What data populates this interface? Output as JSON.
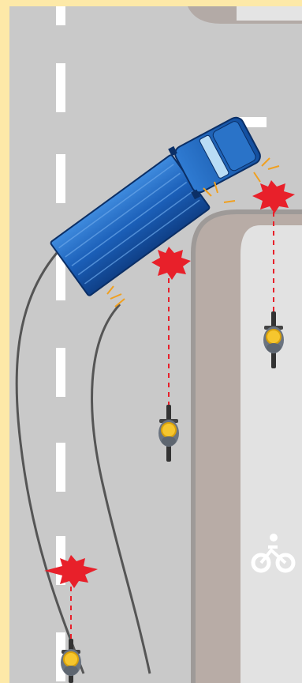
{
  "scene": {
    "elements": [
      {
        "name": "road-surface",
        "kind": "road"
      },
      {
        "name": "sidewalk",
        "kind": "curb"
      },
      {
        "name": "bike-lane",
        "kind": "lane"
      },
      {
        "name": "center-dashed-line",
        "kind": "marking"
      },
      {
        "name": "truck",
        "kind": "vehicle",
        "color": "#1f62b8"
      },
      {
        "name": "truck-wheel-path-left",
        "kind": "trajectory"
      },
      {
        "name": "truck-wheel-path-right",
        "kind": "trajectory"
      },
      {
        "name": "cyclist",
        "kind": "person",
        "count": 3
      },
      {
        "name": "collision-burst",
        "kind": "impact",
        "count": 3
      },
      {
        "name": "bike-lane-icon",
        "kind": "icon"
      }
    ],
    "colors": {
      "background": "#fde9a8",
      "road": "#c9c9c9",
      "sidewalk": "#b8aca6",
      "bike_lane": "#e2e2e2",
      "truck": "#1f62b8",
      "impact": "#e8202a",
      "marking": "#ffffff"
    }
  }
}
